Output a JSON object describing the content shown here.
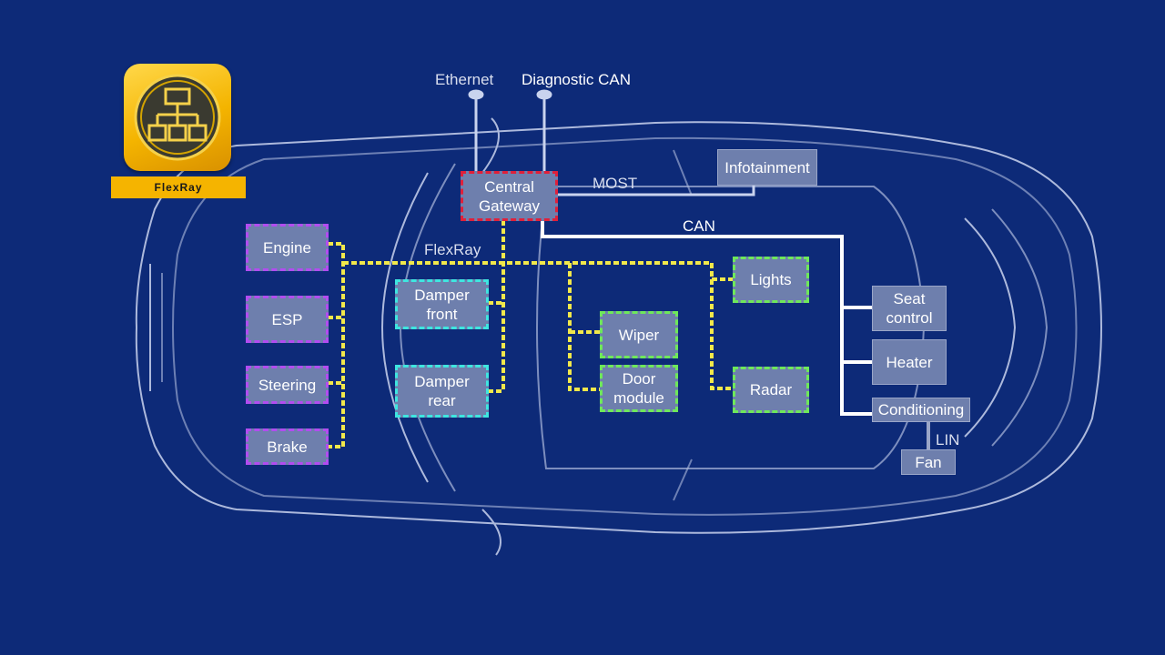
{
  "logo": {
    "badge": "FlexRay",
    "icon": "network-topology-icon",
    "color": "#f5b400"
  },
  "connectors": {
    "ethernet": "Ethernet",
    "diagnostic_can": "Diagnostic CAN"
  },
  "buses": {
    "most": "MOST",
    "can": "CAN",
    "flexray": "FlexRay",
    "lin": "LIN"
  },
  "gateway": {
    "label": "Central\nGateway"
  },
  "ecus": {
    "engine": "Engine",
    "esp": "ESP",
    "steering": "Steering",
    "brake": "Brake",
    "damper_front": "Damper\nfront",
    "damper_rear": "Damper\nrear",
    "wiper": "Wiper",
    "door_module": "Door\nmodule",
    "lights": "Lights",
    "radar": "Radar",
    "infotainment": "Infotainment",
    "seat_control": "Seat\ncontrol",
    "heater": "Heater",
    "conditioning": "Conditioning",
    "fan": "Fan"
  },
  "colors": {
    "background": "#0d2a78",
    "flexray_bus": "#f2e84a",
    "can_bus": "#ffffff",
    "powertrain_border": "#b24cf0",
    "chassis_border": "#3ee6e0",
    "body_border": "#6ee85a",
    "gateway_border": "#e0203a"
  }
}
